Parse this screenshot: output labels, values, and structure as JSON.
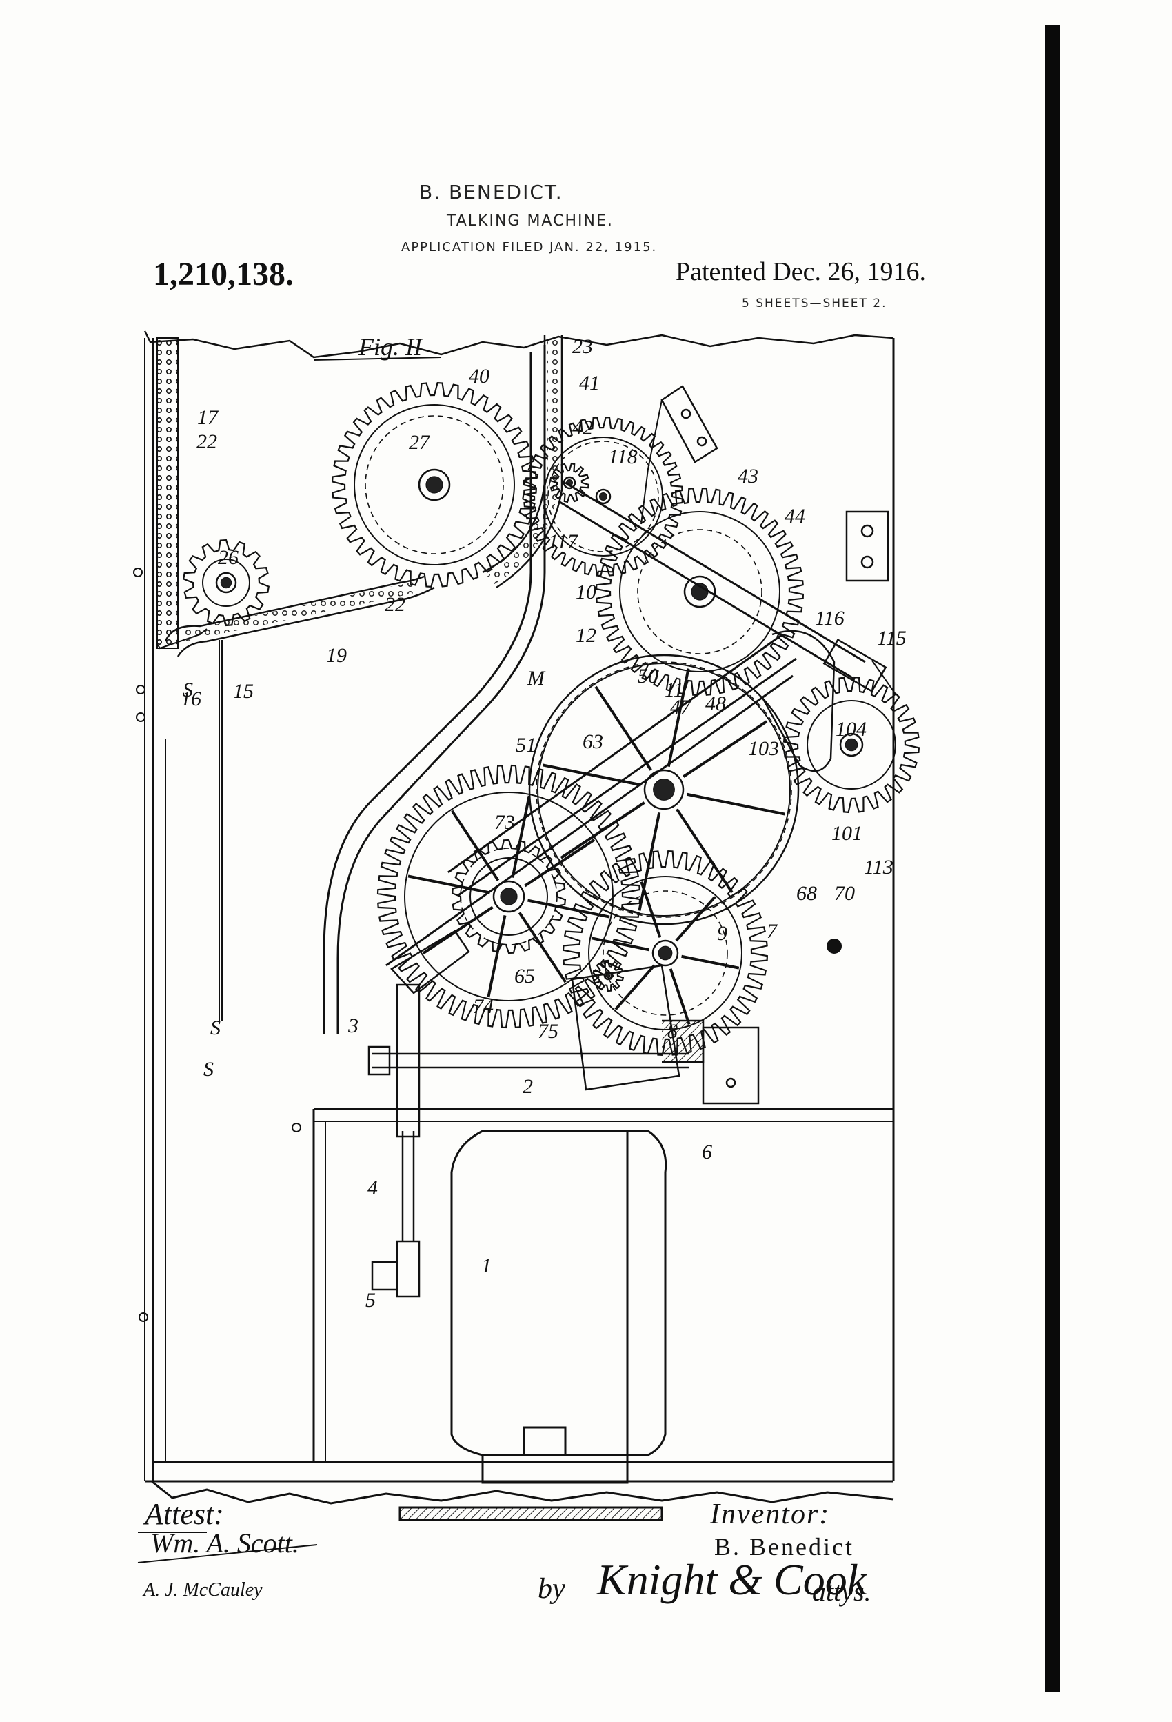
{
  "header": {
    "inventor": "B. BENEDICT.",
    "title": "TALKING MACHINE.",
    "application": "APPLICATION FILED JAN. 22, 1915.",
    "patent_number": "1,210,138.",
    "patented": "Patented Dec. 26, 1916.",
    "sheets": "5 SHEETS—SHEET 2."
  },
  "figure": {
    "label": "Fig. II",
    "reference_numerals": [
      "1",
      "2",
      "3",
      "4",
      "5",
      "6",
      "7",
      "8",
      "9",
      "10",
      "11",
      "12",
      "15",
      "16",
      "17",
      "19",
      "22",
      "22",
      "23",
      "26",
      "27",
      "40",
      "41",
      "42",
      "43",
      "44",
      "47",
      "48",
      "50",
      "51",
      "63",
      "65",
      "68",
      "70",
      "73",
      "74",
      "75",
      "101",
      "103",
      "104",
      "113",
      "115",
      "116",
      "117",
      "118",
      "M",
      "S",
      "S",
      "S"
    ]
  },
  "signatures": {
    "attest_label": "Attest:",
    "witness_1": "Wm. A. Scott.",
    "witness_2": "A. J. McCauley",
    "inventor_label": "Inventor:",
    "inventor_name": "B. Benedict",
    "by_line": "by",
    "attorneys": "Knight & Cook",
    "attorneys_suffix": "attys."
  },
  "colors": {
    "ink": "#111111",
    "paper": "#fdfdfb"
  },
  "icons": {
    "signatures": "handwritten-signature"
  }
}
